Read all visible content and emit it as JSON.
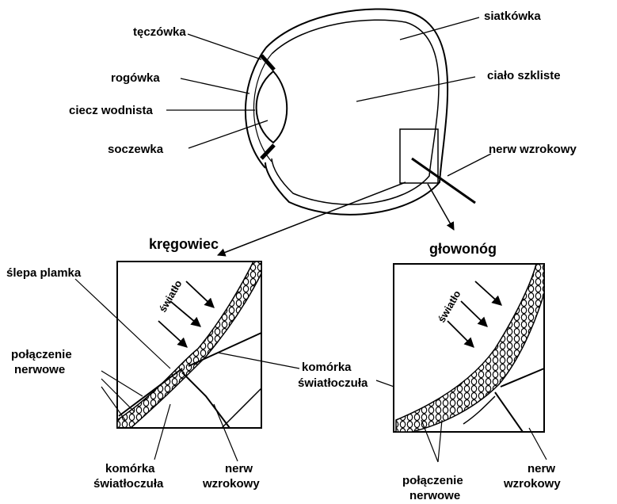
{
  "eye": {
    "labels": {
      "teczowka": "tęczówka",
      "rogowka": "rogówka",
      "ciecz": "ciecz wodnista",
      "soczewka": "soczewka",
      "siatkowka": "siatkówka",
      "cialo": "ciało szkliste",
      "nerw": "nerw wzrokowy"
    }
  },
  "vertebrate": {
    "title": "kręgowiec",
    "blind_spot": "ślepa plamka",
    "light": "światło",
    "nerve_connection": [
      "połączenie",
      "nerwowe"
    ],
    "photoreceptor": [
      "komórka",
      "światłoczuła"
    ],
    "optic_nerve": [
      "nerw",
      "wzrokowy"
    ]
  },
  "shared": {
    "photoreceptor": [
      "komórka",
      "światłoczuła"
    ]
  },
  "cephalopod": {
    "title": "głowonóg",
    "light": "światło",
    "nerve_connection": [
      "połączenie",
      "nerwowe"
    ],
    "optic_nerve": [
      "nerw",
      "wzrokowy"
    ]
  }
}
